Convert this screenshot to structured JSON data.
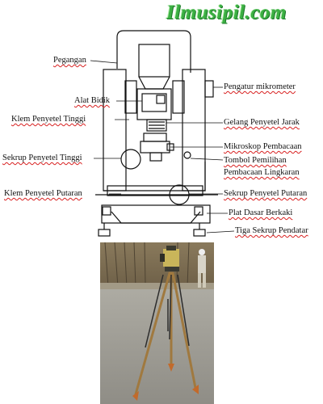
{
  "header": {
    "brand": "Ilmusipil.com"
  },
  "labels_left": {
    "pegangan": "Pegangan",
    "alat_bidik": "Alat Bidik",
    "klem_penyetel_tinggi": "Klem Penyetel Tinggi",
    "sekrup_penyetel_tinggi": "Sekrup Penyetel Tinggi",
    "klem_penyetel_putaran": "Klem Penyetel Putaran"
  },
  "labels_right": {
    "pengatur_mikrometer": "Pengatur mikrometer",
    "gelang_penyetel_jarak": "Gelang Penyetel Jarak",
    "mikroskop_pembacaan": "Mikroskop Pembacaan",
    "tombol_pemilihan_1": "Tombol Pemilihan",
    "tombol_pemilihan_2": "Pembacaan Lingkaran",
    "sekrup_penyetel_putaran": "Sekrup Penyetel Putaran",
    "plat_dasar_berkaki": "Plat Dasar Berkaki",
    "tiga_sekrup_pendatar": "Tiga Sekrup Pendatar"
  },
  "colors": {
    "brand": "#3cb043",
    "line": "#111111",
    "underline": "#d82020"
  },
  "photo": {
    "subject": "theodolite-on-tripod"
  }
}
